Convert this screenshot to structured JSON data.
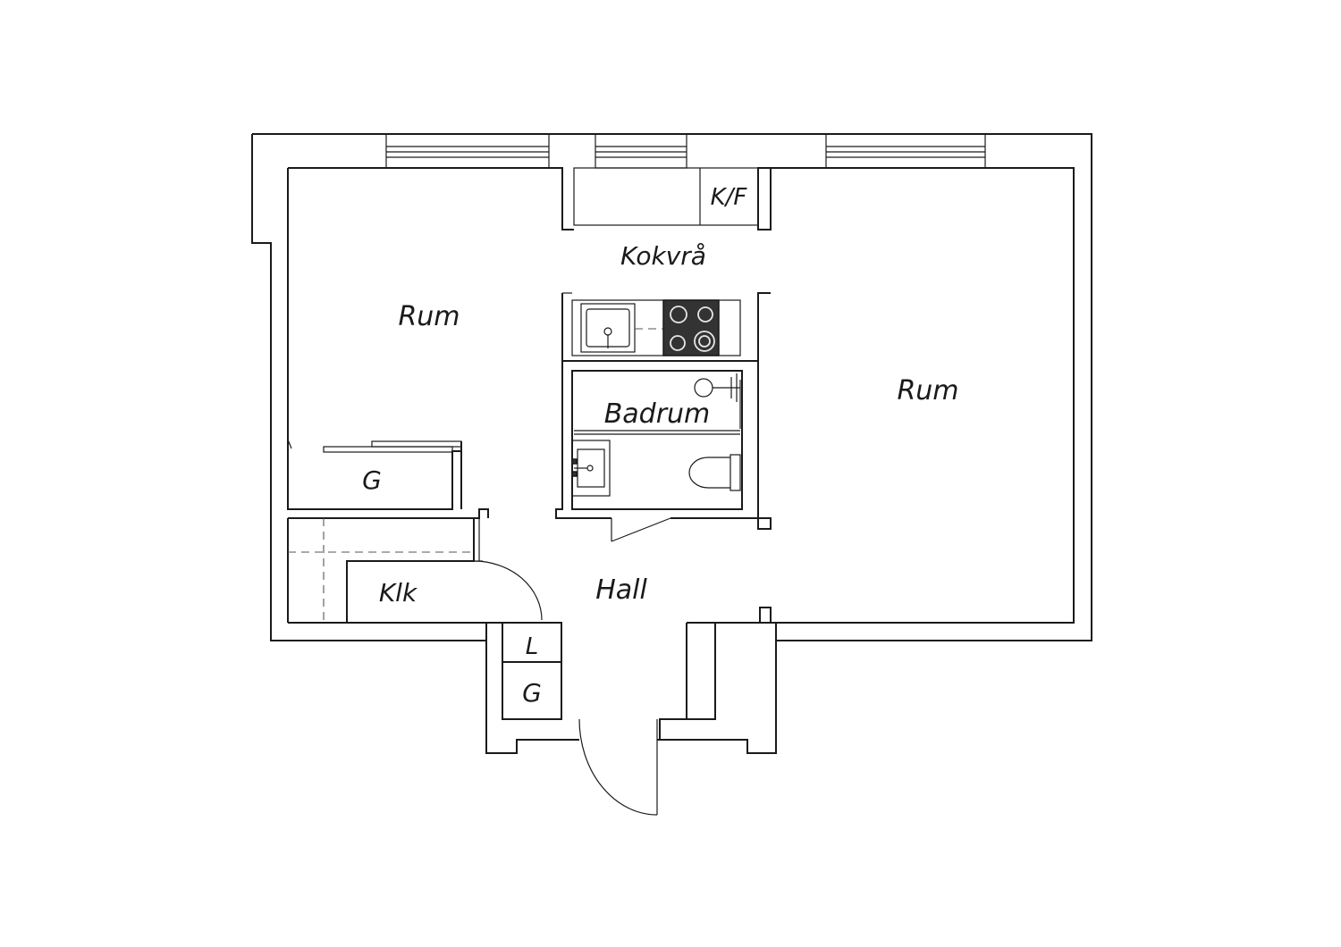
{
  "rooms": {
    "rum_left": "Rum",
    "rum_right": "Rum",
    "kokvra": "Kokvrå",
    "kf": "K/F",
    "badrum": "Badrum",
    "g_left": "G",
    "klk": "Klk",
    "hall": "Hall",
    "l": "L",
    "g_bottom": "G"
  },
  "colors": {
    "walls": "#1a1a1a",
    "hob": "#333333",
    "background": "#ffffff"
  }
}
